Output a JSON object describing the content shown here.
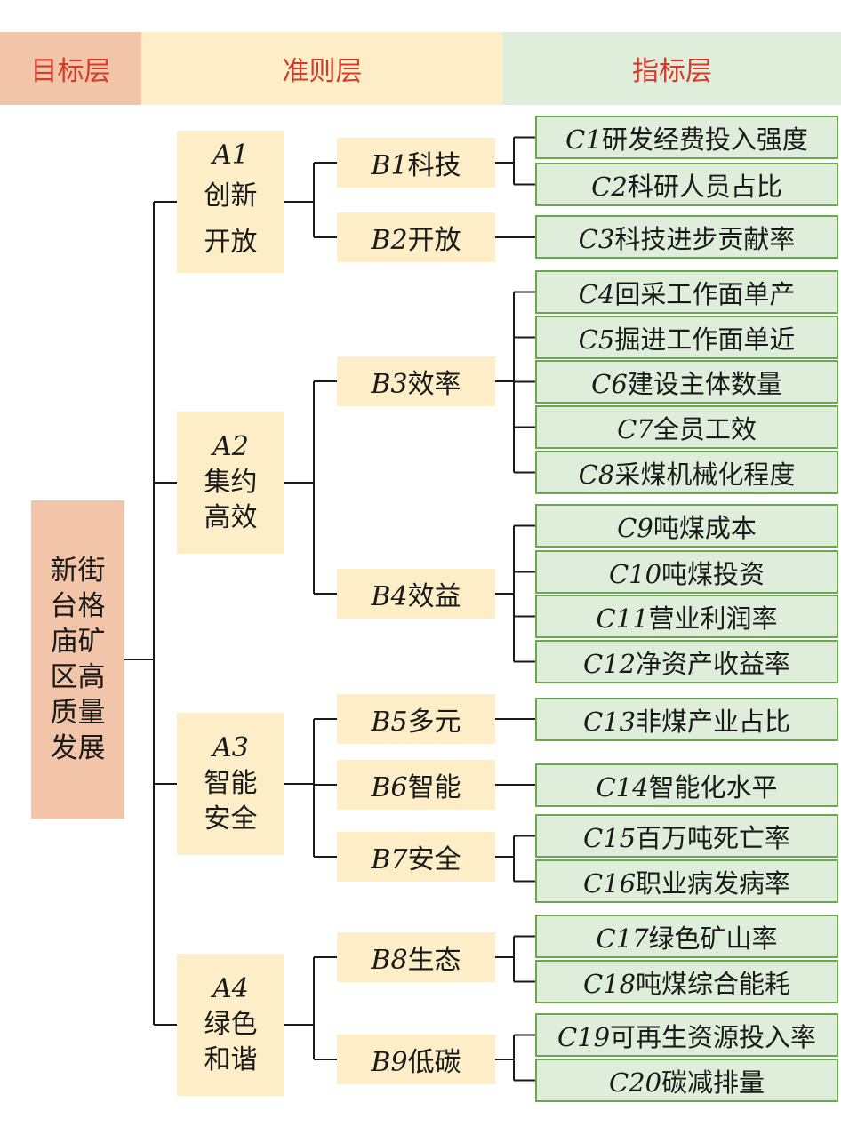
{
  "headers": [
    "目标层",
    "准则层",
    "指标层"
  ],
  "goal": {
    "label": "新街台格庙矿区高质量发展"
  },
  "criteria": [
    {
      "code": "A1",
      "label": "创新\n开放"
    },
    {
      "code": "A2",
      "label": "集约\n高效"
    },
    {
      "code": "A3",
      "label": "智能\n安全"
    },
    {
      "code": "A4",
      "label": "绿色\n和谐"
    }
  ],
  "subcriteria": [
    {
      "code": "B1",
      "label": "科技"
    },
    {
      "code": "B2",
      "label": "开放"
    },
    {
      "code": "B3",
      "label": "效率"
    },
    {
      "code": "B4",
      "label": "效益"
    },
    {
      "code": "B5",
      "label": "多元"
    },
    {
      "code": "B6",
      "label": "智能"
    },
    {
      "code": "B7",
      "label": "安全"
    },
    {
      "code": "B8",
      "label": "生态"
    },
    {
      "code": "B9",
      "label": "低碳"
    }
  ],
  "indicators": [
    {
      "code": "C1",
      "label": "研发经费投入强度"
    },
    {
      "code": "C2",
      "label": "科研人员占比"
    },
    {
      "code": "C3",
      "label": "科技进步贡献率"
    },
    {
      "code": "C4",
      "label": "回采工作面单产"
    },
    {
      "code": "C5",
      "label": "掘进工作面单近"
    },
    {
      "code": "C6",
      "label": "建设主体数量"
    },
    {
      "code": "C7",
      "label": "全员工效"
    },
    {
      "code": "C8",
      "label": "采煤机械化程度"
    },
    {
      "code": "C9",
      "label": "吨煤成本"
    },
    {
      "code": "C10",
      "label": "吨煤投资"
    },
    {
      "code": "C11",
      "label": "营业利润率"
    },
    {
      "code": "C12",
      "label": "净资产收益率"
    },
    {
      "code": "C13",
      "label": "非煤产业占比"
    },
    {
      "code": "C14",
      "label": "智能化水平"
    },
    {
      "code": "C15",
      "label": "百万吨死亡率"
    },
    {
      "code": "C16",
      "label": "职业病发病率"
    },
    {
      "code": "C17",
      "label": "绿色矿山率"
    },
    {
      "code": "C18",
      "label": "吨煤综合能耗"
    },
    {
      "code": "C19",
      "label": "可再生资源投入率"
    },
    {
      "code": "C20",
      "label": "碳减排量"
    }
  ],
  "colors": {
    "goal": "#f2c4a8",
    "criteria": "#fdeec8",
    "indicator": "#dfeeda",
    "indicator_border": "#6aa84f",
    "header_text": "#d63a2a"
  }
}
